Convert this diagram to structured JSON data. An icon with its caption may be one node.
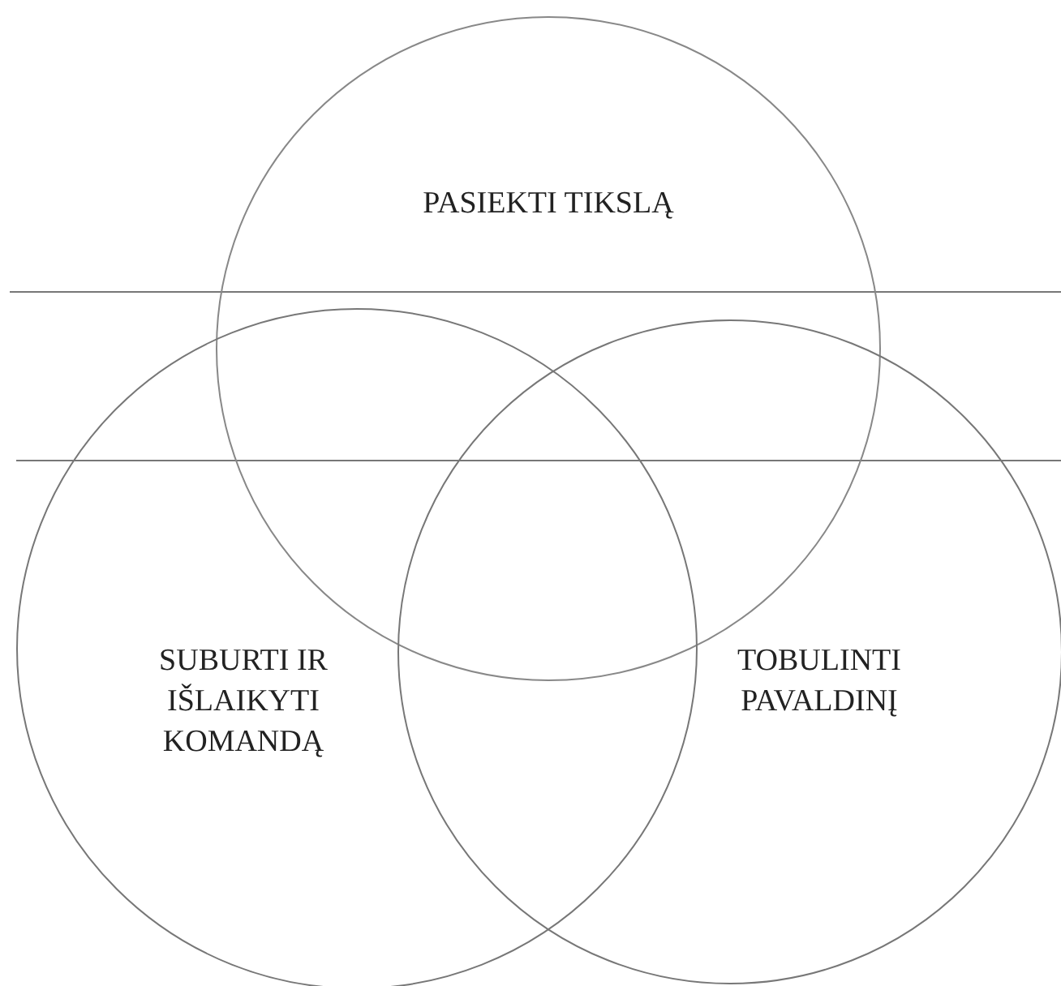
{
  "diagram": {
    "nodes": [
      {
        "text": [
          "PASIEKTI TIKSLĄ"
        ]
      },
      {
        "text": [
          "SUBURTI IR IŠLAIKYTI KOMANDĄ"
        ]
      },
      {
        "text": [
          "TOBULINTI PAVALDINĮ"
        ]
      }
    ]
  }
}
